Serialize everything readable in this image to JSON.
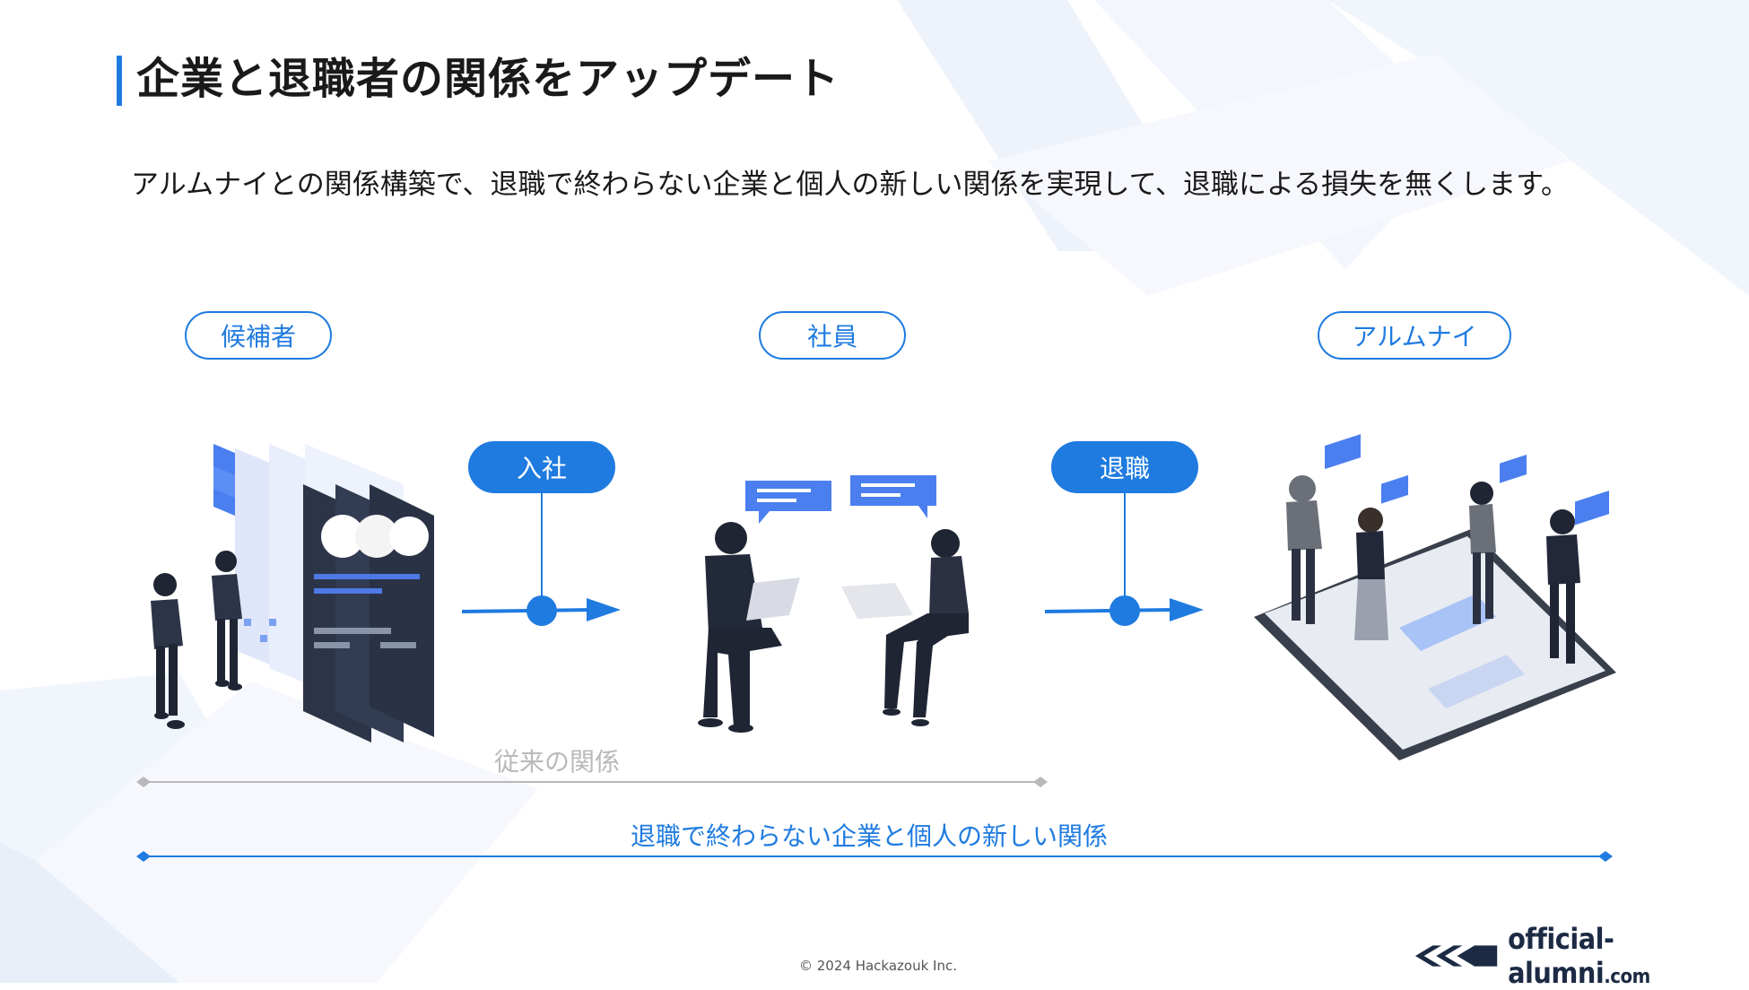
{
  "title": "企業と退職者の関係をアップデート",
  "subtitle": "アルムナイとの関係構築で、退職で終わらない企業と個人の新しい関係を実現して、退職による損失を無くします。",
  "stages": {
    "candidate": "候補者",
    "employee": "社員",
    "alumni": "アルムナイ"
  },
  "transitions": {
    "join": "入社",
    "leave": "退職"
  },
  "timelines": {
    "traditional": "従来の関係",
    "new": "退職で終わらない企業と個人の新しい関係"
  },
  "footer": {
    "copyright": "© 2024 Hackazouk Inc.",
    "logo_main": "official-alumni",
    "logo_suffix": ".com"
  },
  "colors": {
    "accent": "#1f7be0",
    "muted": "#b9b9b9",
    "dark": "#1c2a44"
  }
}
